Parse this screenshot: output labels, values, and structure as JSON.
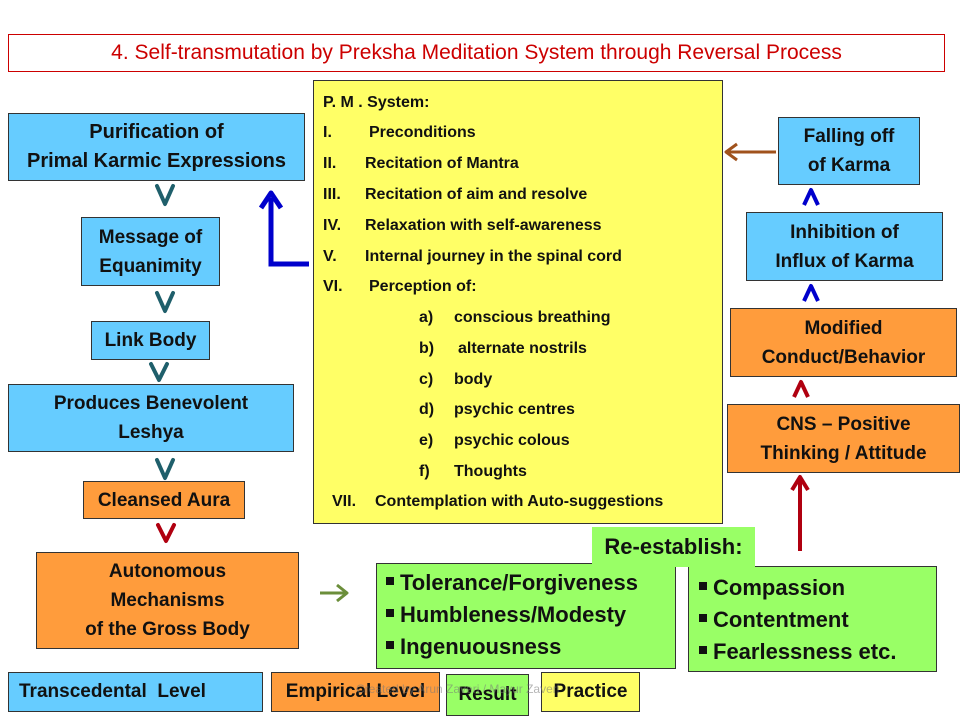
{
  "title": "4. Self-transmutation by Preksha Meditation System through Reversal Process",
  "left_column": {
    "purification": [
      "Purification of",
      "Primal Karmic Expressions"
    ],
    "message": [
      "Message of",
      "Equanimity"
    ],
    "link_body": "Link Body",
    "produces": [
      "Produces Benevolent",
      "Leshya"
    ],
    "cleansed": "Cleansed Aura",
    "autonomous": [
      "Autonomous",
      "Mechanisms",
      "of the Gross Body"
    ]
  },
  "pm_system": {
    "heading": "P. M . System:",
    "items": [
      {
        "num": "I.",
        "text": "Preconditions"
      },
      {
        "num": "II.",
        "text": "Recitation of Mantra"
      },
      {
        "num": "III.",
        "text": "Recitation of aim and resolve"
      },
      {
        "num": "IV.",
        "text": "Relaxation with self-awareness"
      },
      {
        "num": "V.",
        "text": "Internal journey in the spinal cord"
      },
      {
        "num": "VI.",
        "text": "Perception of:"
      }
    ],
    "sub_items": [
      {
        "num": "a)",
        "text": "conscious breathing"
      },
      {
        "num": "b)",
        "text": "alternate nostrils"
      },
      {
        "num": "c)",
        "text": "body"
      },
      {
        "num": "d)",
        "text": "psychic centres"
      },
      {
        "num": "e)",
        "text": "psychic colous"
      },
      {
        "num": "f)",
        "text": "Thoughts"
      }
    ],
    "last": {
      "num": "VII.",
      "text": "Contemplation with Auto-suggestions"
    }
  },
  "right_column": {
    "falling": [
      "Falling off",
      "of Karma"
    ],
    "inhibition": [
      "Inhibition of",
      "Influx of Karma"
    ],
    "modified": [
      "Modified",
      "Conduct/Behavior"
    ],
    "cns": [
      "CNS – Positive",
      "Thinking / Attitude"
    ]
  },
  "reestablish": {
    "label": "Re-establish:",
    "left_items": [
      "Tolerance/Forgiveness",
      "Humbleness/Modesty",
      "Ingenuousness"
    ],
    "right_items": [
      "Compassion",
      "Contentment",
      "Fearlessness etc."
    ]
  },
  "legend": {
    "transcedental": "Transcedental  Level",
    "empirical": "Empirical Level",
    "result": "Result",
    "practice": "Practice"
  },
  "credit": "Created by Arun Zaveri / Mayur Zaveri",
  "colors": {
    "blue_box": "#66ccff",
    "orange_box": "#ff9c3c",
    "yellow_box": "#ffff66",
    "green_box": "#99ff66",
    "title_red": "#cc0000",
    "arrow_teal": "#1f5f6b",
    "arrow_red": "#b00010",
    "arrow_blue": "#0000cc",
    "arrow_brown": "#a0521c",
    "arrow_olive": "#6b8e3a"
  }
}
